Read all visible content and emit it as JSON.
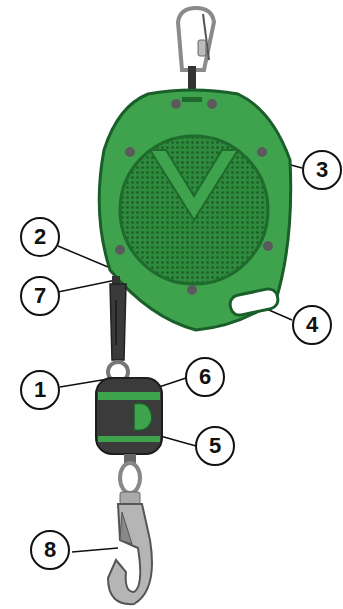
{
  "diagram": {
    "labels": [
      "3",
      "2",
      "7",
      "4",
      "6",
      "1",
      "5",
      "8"
    ]
  }
}
